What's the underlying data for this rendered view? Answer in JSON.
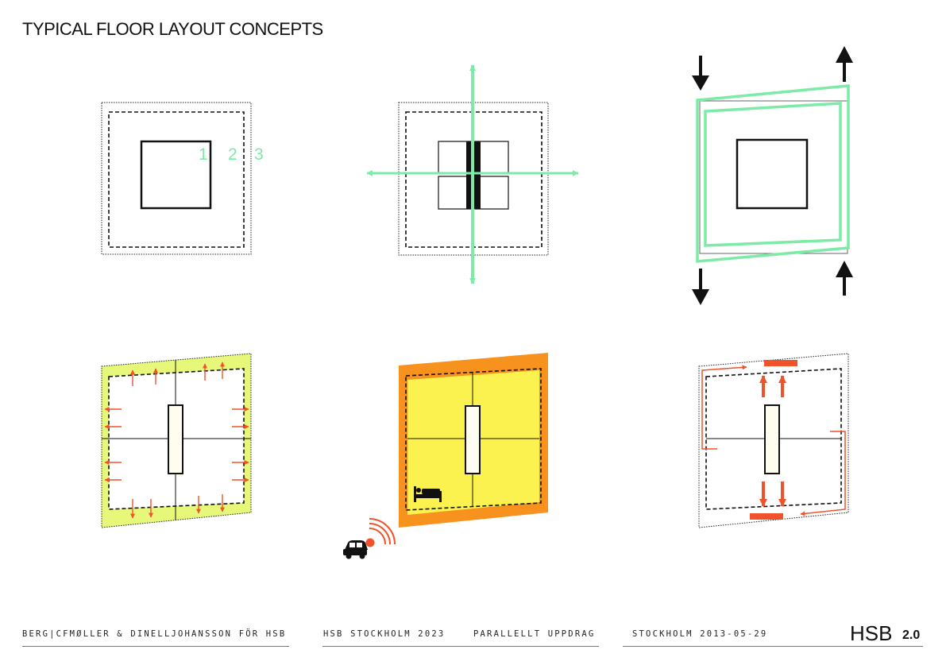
{
  "page": {
    "title": "TYPICAL FLOOR LAYOUT CONCEPTS"
  },
  "diagram": {
    "depth_labels": [
      "1",
      "2",
      "3"
    ],
    "colors": {
      "accent_green": "#7DEBA8",
      "arrow_red": "#F0522B",
      "lime_fill": "#E6F77A",
      "orange_fill": "#F7921E",
      "yellow_fill": "#FBF250",
      "core_fill": "#FFFDF0"
    },
    "icons": [
      "bed-icon",
      "car-icon",
      "signal-waves-icon"
    ]
  },
  "footer": {
    "authors": "BERG|CFMØLLER & DINELLJOHANSSON FÖR HSB",
    "project": "HSB STOCKHOLM 2023",
    "assignment": "PARALLELLT UPPDRAG",
    "place_date": "STOCKHOLM 2013-05-29",
    "brand": "HSB",
    "sheet_number": "2.0"
  }
}
